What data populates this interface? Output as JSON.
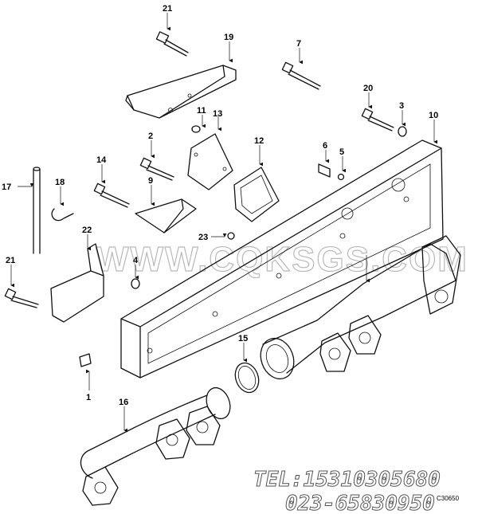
{
  "callouts": [
    {
      "id": "c21a",
      "label": "21"
    },
    {
      "id": "c19",
      "label": "19"
    },
    {
      "id": "c7",
      "label": "7"
    },
    {
      "id": "c20",
      "label": "20"
    },
    {
      "id": "c3",
      "label": "3"
    },
    {
      "id": "c10",
      "label": "10"
    },
    {
      "id": "c11",
      "label": "11"
    },
    {
      "id": "c13",
      "label": "13"
    },
    {
      "id": "c2",
      "label": "2"
    },
    {
      "id": "c12",
      "label": "12"
    },
    {
      "id": "c6",
      "label": "6"
    },
    {
      "id": "c5",
      "label": "5"
    },
    {
      "id": "c14",
      "label": "14"
    },
    {
      "id": "c9",
      "label": "9"
    },
    {
      "id": "c17",
      "label": "17"
    },
    {
      "id": "c18",
      "label": "18"
    },
    {
      "id": "c22",
      "label": "22"
    },
    {
      "id": "c23",
      "label": "23"
    },
    {
      "id": "c21b",
      "label": "21"
    },
    {
      "id": "c4",
      "label": "4"
    },
    {
      "id": "c15",
      "label": "15"
    },
    {
      "id": "c1",
      "label": "1"
    },
    {
      "id": "c16",
      "label": "16"
    }
  ],
  "watermark": "WWW.CQKSGS.COM",
  "contact": {
    "tel": "TEL:15310305680",
    "phone": "023-65830950"
  },
  "figure_code": "C30650"
}
